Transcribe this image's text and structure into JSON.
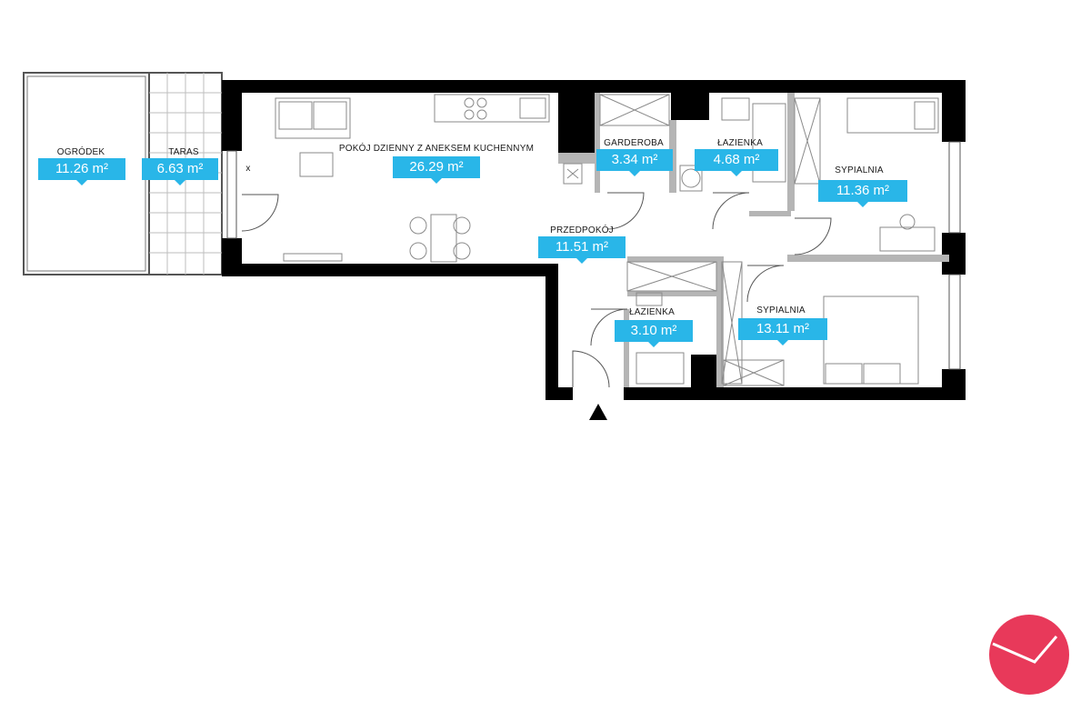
{
  "rooms": [
    {
      "id": "ogrodek",
      "name": "OGRÓDEK",
      "area": "11.26 m²"
    },
    {
      "id": "taras",
      "name": "TARAS",
      "area": "6.63 m²"
    },
    {
      "id": "pokoj",
      "name": "POKÓJ DZIENNY Z ANEKSEM KUCHENNYM",
      "area": "26.29 m²"
    },
    {
      "id": "garderoba",
      "name": "GARDEROBA",
      "area": "3.34 m²"
    },
    {
      "id": "lazienka1",
      "name": "ŁAZIENKA",
      "area": "4.68 m²"
    },
    {
      "id": "sypialnia1",
      "name": "SYPIALNIA",
      "area": "11.36 m²"
    },
    {
      "id": "przedpokoj",
      "name": "PRZEDPOKÓJ",
      "area": "11.51 m²"
    },
    {
      "id": "lazienka2",
      "name": "ŁAZIENKA",
      "area": "3.10 m²"
    },
    {
      "id": "sypialnia2",
      "name": "SYPIALNIA",
      "area": "13.11 m²"
    }
  ],
  "marker_x": "x",
  "colors": {
    "wall": "#000000",
    "badge": "#29b6e8",
    "logo": "#e8395a",
    "fixture": "#8a8a8a"
  }
}
